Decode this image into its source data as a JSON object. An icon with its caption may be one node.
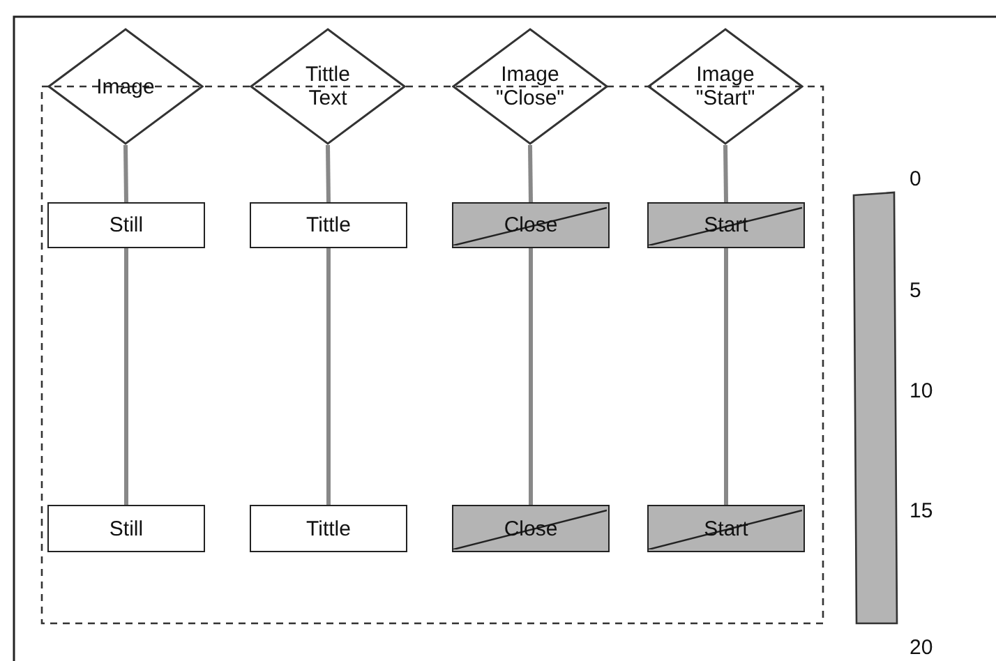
{
  "diagram": {
    "nodes": [
      {
        "text": [
          "Image"
        ]
      },
      {
        "text": [
          "Tittle Text"
        ]
      },
      {
        "text": [
          "Image \"Close\""
        ]
      },
      {
        "text": [
          "Image \"Start\""
        ]
      },
      {
        "text": [
          "Still"
        ]
      },
      {
        "text": [
          "Tittle"
        ]
      },
      {
        "text": [
          "Close"
        ]
      },
      {
        "text": [
          "Start"
        ]
      },
      {
        "text": [
          "Still"
        ]
      },
      {
        "text": [
          "Tittle"
        ]
      },
      {
        "text": [
          "Close"
        ]
      },
      {
        "text": [
          "Start"
        ]
      },
      {
        "text": [],
        "shape": "bar",
        "beside": [
          "0",
          "5",
          "10",
          "15",
          "20"
        ]
      }
    ],
    "edges": [
      {
        "from": 0,
        "to": 4,
        "arrow": "none"
      },
      {
        "from": 1,
        "to": 5,
        "arrow": "none"
      },
      {
        "from": 2,
        "to": 6,
        "arrow": "none"
      },
      {
        "from": 3,
        "to": 7,
        "arrow": "none"
      },
      {
        "from": 4,
        "to": 8,
        "arrow": "none"
      },
      {
        "from": 5,
        "to": 9,
        "arrow": "none"
      },
      {
        "from": 6,
        "to": 10,
        "arrow": "none"
      },
      {
        "from": 7,
        "to": 11,
        "arrow": "none"
      }
    ]
  }
}
